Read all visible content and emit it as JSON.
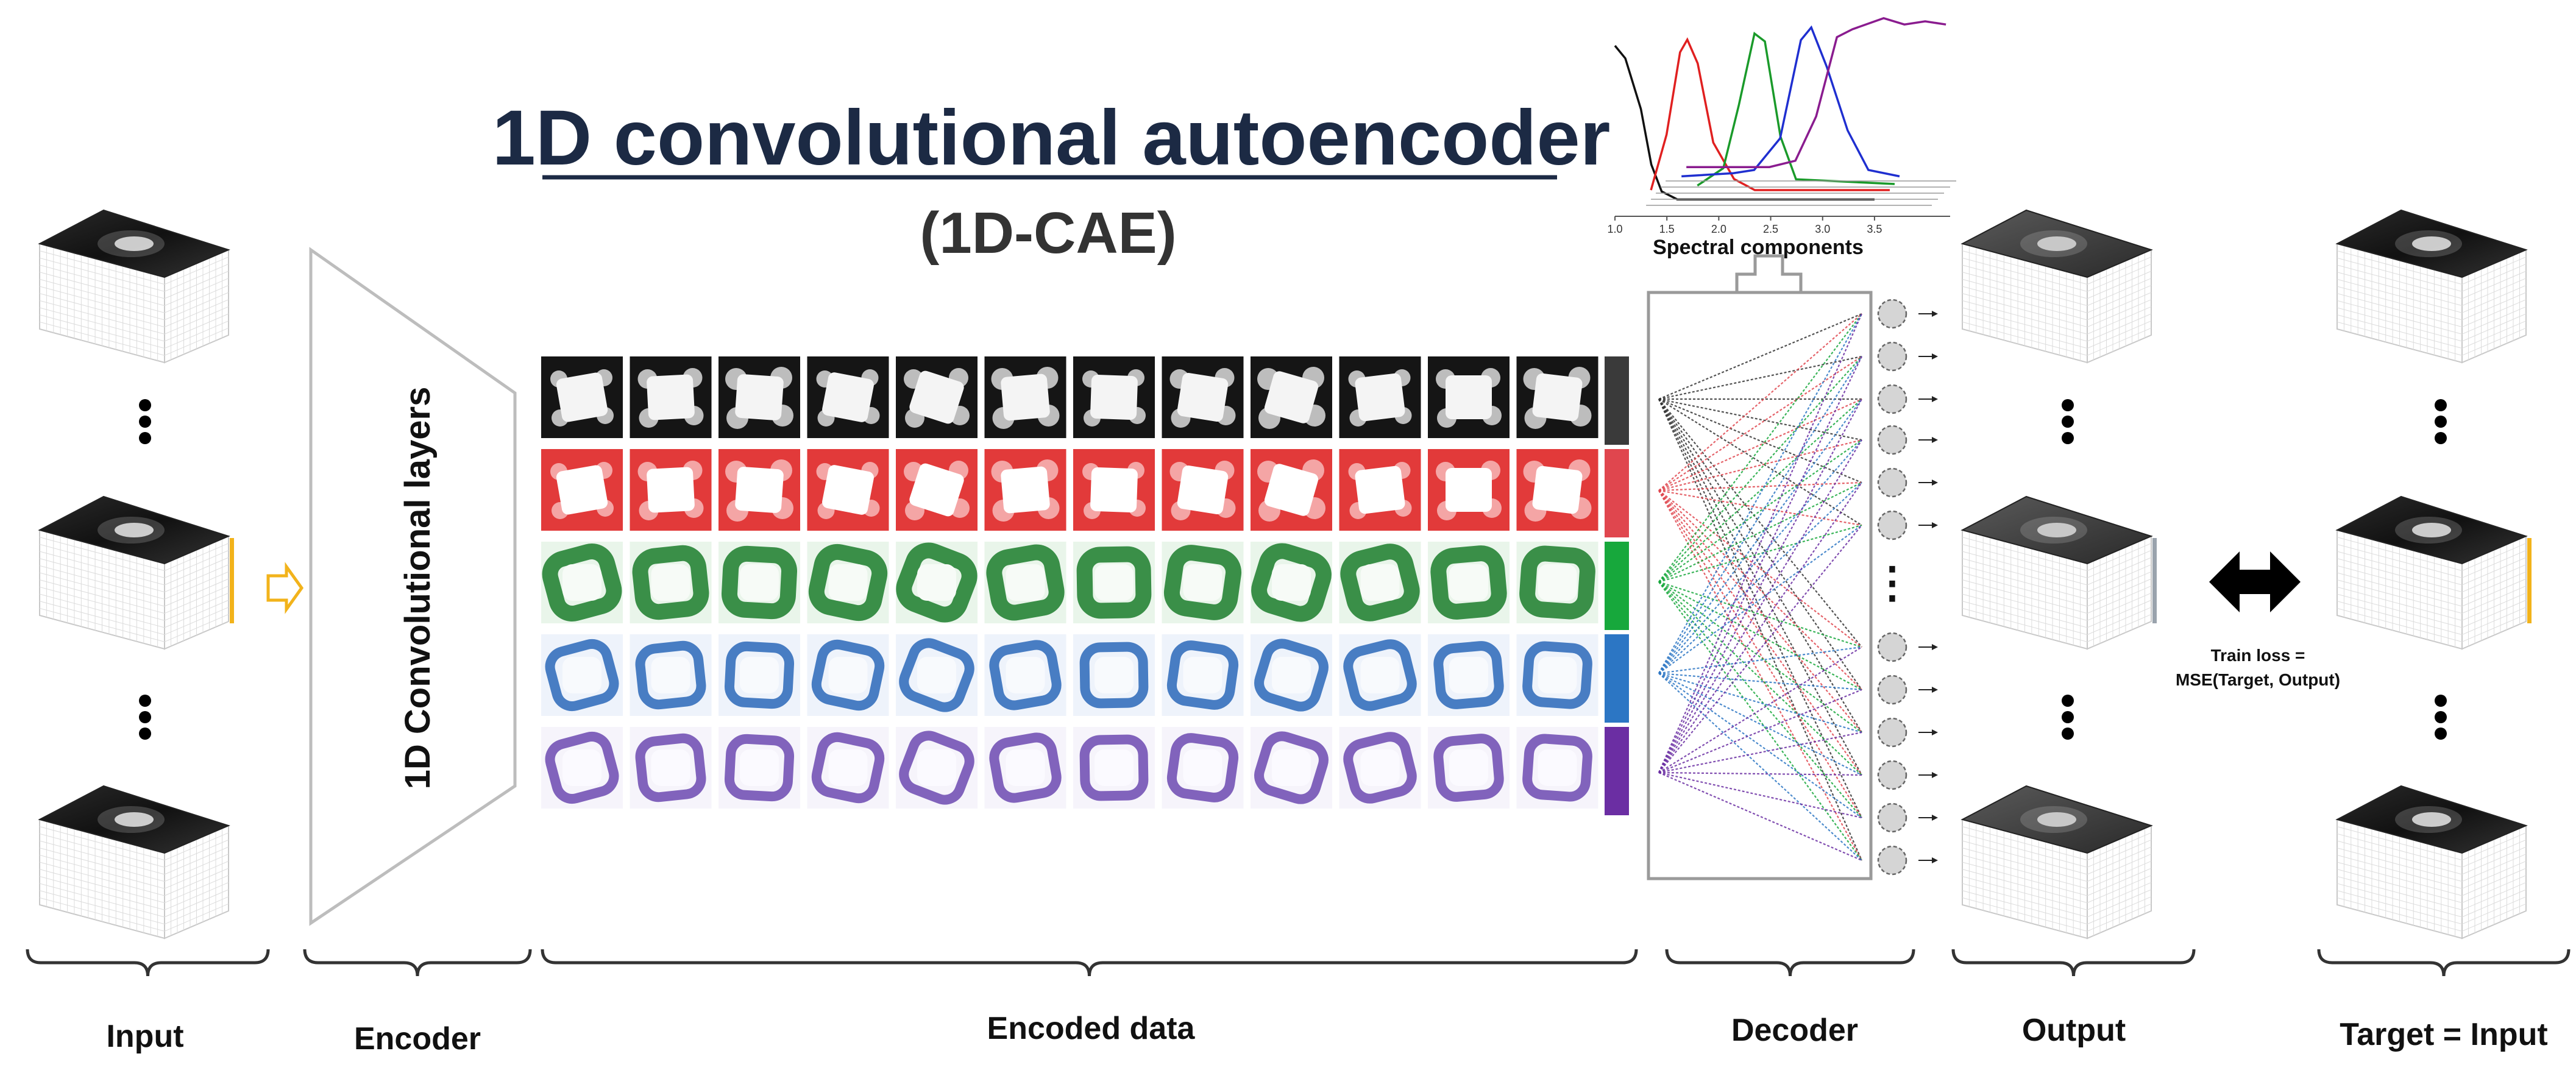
{
  "title": "1D convolutional autoencoder",
  "subtitle": "(1D-CAE)",
  "encoder_label": "1D Convolutional layers",
  "spectral": {
    "caption": "Spectral components",
    "ticks": [
      "1.0",
      "1.5",
      "2.0",
      "2.5",
      "3.0",
      "3.5"
    ],
    "series": [
      {
        "color": "#111111",
        "points": [
          [
            1.0,
            1.0
          ],
          [
            1.1,
            0.92
          ],
          [
            1.25,
            0.6
          ],
          [
            1.35,
            0.25
          ],
          [
            1.45,
            0.08
          ],
          [
            1.6,
            0.03
          ],
          [
            3.5,
            0.03
          ]
        ]
      },
      {
        "color": "#e02020",
        "points": [
          [
            1.3,
            0.05
          ],
          [
            1.45,
            0.4
          ],
          [
            1.58,
            0.92
          ],
          [
            1.65,
            1.0
          ],
          [
            1.75,
            0.85
          ],
          [
            1.9,
            0.35
          ],
          [
            2.1,
            0.12
          ],
          [
            2.3,
            0.05
          ],
          [
            3.6,
            0.05
          ]
        ]
      },
      {
        "color": "#1a9a2a",
        "points": [
          [
            1.7,
            0.04
          ],
          [
            1.95,
            0.15
          ],
          [
            2.1,
            0.55
          ],
          [
            2.25,
            1.0
          ],
          [
            2.35,
            0.95
          ],
          [
            2.5,
            0.35
          ],
          [
            2.65,
            0.08
          ],
          [
            3.6,
            0.05
          ]
        ]
      },
      {
        "color": "#1f2fd0",
        "points": [
          [
            1.5,
            0.06
          ],
          [
            2.0,
            0.08
          ],
          [
            2.2,
            0.1
          ],
          [
            2.45,
            0.3
          ],
          [
            2.65,
            0.92
          ],
          [
            2.75,
            1.0
          ],
          [
            2.9,
            0.75
          ],
          [
            3.1,
            0.35
          ],
          [
            3.3,
            0.1
          ],
          [
            3.6,
            0.06
          ]
        ]
      },
      {
        "color": "#8a1c8f",
        "points": [
          [
            1.5,
            0.08
          ],
          [
            2.3,
            0.08
          ],
          [
            2.55,
            0.12
          ],
          [
            2.75,
            0.4
          ],
          [
            2.95,
            0.9
          ],
          [
            3.1,
            0.95
          ],
          [
            3.4,
            1.02
          ],
          [
            3.6,
            0.98
          ],
          [
            3.8,
            1.0
          ],
          [
            4.0,
            0.98
          ]
        ]
      }
    ]
  },
  "latent_colors": [
    "#3a3a3a",
    "#e0464e",
    "#17a83c",
    "#2c76c4",
    "#6b2ea3"
  ],
  "decoder_dots": "⋮",
  "train_loss": {
    "line1": "Train loss =",
    "line2": "MSE(Target, Output)"
  },
  "labels": {
    "input": "Input",
    "encoder": "Encoder",
    "encoded": "Encoded data",
    "decoder": "Decoder",
    "output": "Output",
    "target": "Target = Input"
  },
  "colors": {
    "title": "#1c2a44",
    "subtitle": "#333333",
    "accent_yellow": "#f2b31b",
    "bracket": "#333333"
  }
}
